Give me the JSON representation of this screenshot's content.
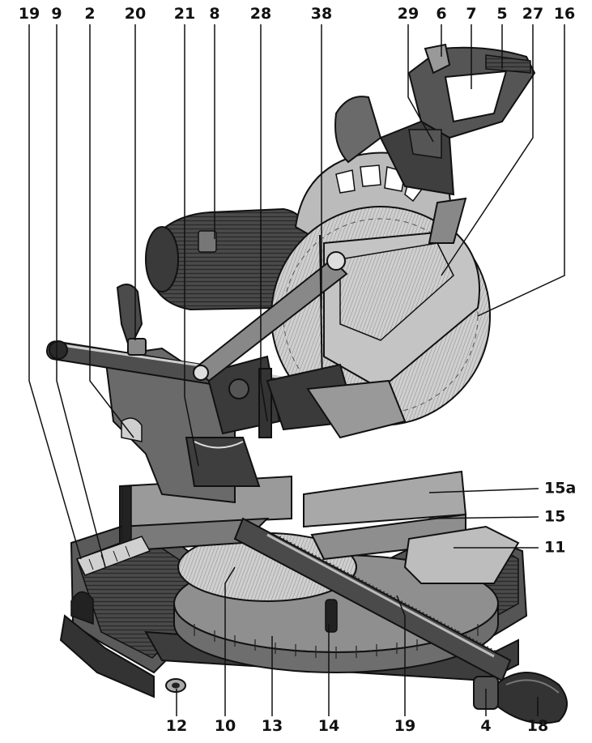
{
  "diagram": {
    "subject": "sliding mitre saw parts diagram",
    "colors": {
      "body_dark": "#3a3a3a",
      "body_mid": "#6b6b6b",
      "body_light": "#b8b8b8",
      "blade": "#c9c9c9",
      "line": "#111111"
    },
    "labels_top": [
      "19",
      "9",
      "2",
      "20",
      "21",
      "8",
      "28",
      "38",
      "29",
      "6",
      "7",
      "5",
      "27",
      "16"
    ],
    "labels_right": [
      "15a",
      "15",
      "11"
    ],
    "labels_bottom": [
      "12",
      "10",
      "13",
      "14",
      "19",
      "4",
      "18"
    ]
  }
}
